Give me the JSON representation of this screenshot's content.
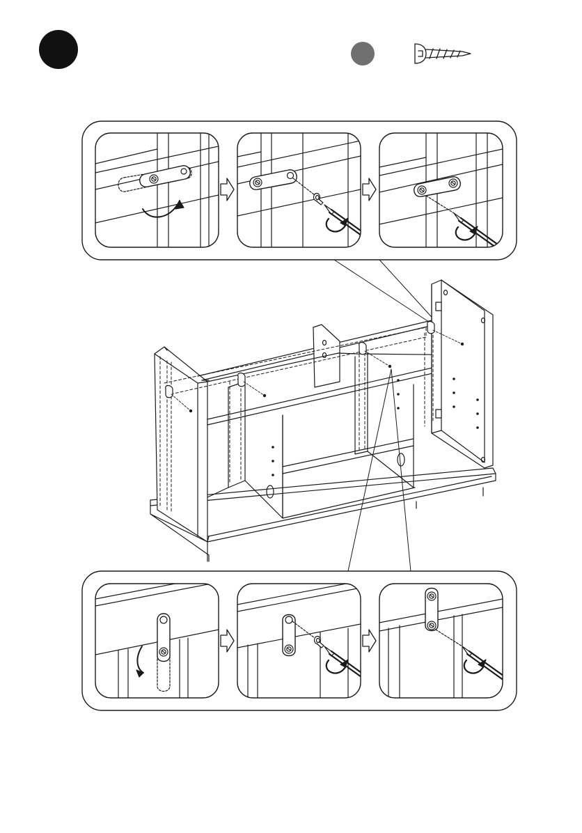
{
  "page": {
    "type": "assembly-instruction-step",
    "printed_text": []
  },
  "header": {
    "step_badge": {
      "icon": "step-number-circle",
      "color": "#111111"
    },
    "part_badge": {
      "icon": "part-reference-circle",
      "color": "#707070"
    },
    "part_icon": "screw-icon"
  },
  "callouts": {
    "top": {
      "panels": [
        {
          "icon": "rotate-plate-up-icon"
        },
        {
          "icon": "screwdriver-fasten-icon"
        },
        {
          "icon": "screwdriver-fasten-icon"
        }
      ]
    },
    "bottom": {
      "panels": [
        {
          "icon": "rotate-plate-up-icon"
        },
        {
          "icon": "screwdriver-fasten-icon"
        },
        {
          "icon": "screwdriver-fasten-icon"
        }
      ]
    }
  },
  "main_figure": {
    "icon": "cabinet-assembly-icon"
  },
  "colors": {
    "line": "#1a1a1a",
    "fill": "#ffffff",
    "shade": "#e8e8e8"
  }
}
